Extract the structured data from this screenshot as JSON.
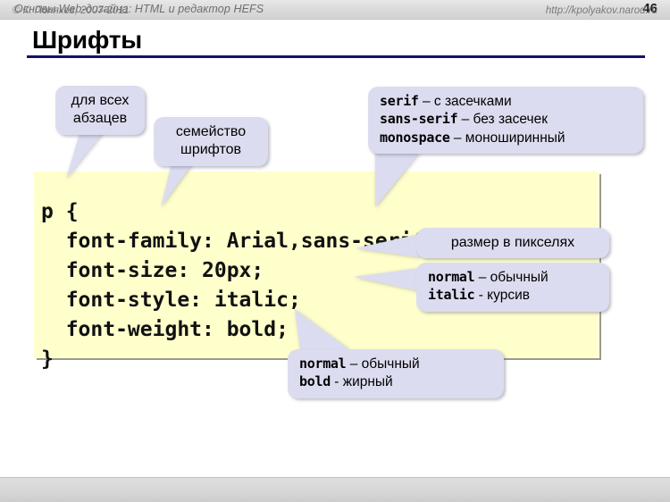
{
  "header": {
    "title": "Основы Web-дизайна: HTML и редактор HEFS",
    "page_number": "46"
  },
  "slide": {
    "title": "Шрифты",
    "rule_color": "#12126e"
  },
  "code_block": {
    "background_color": "#ffffcc",
    "text": "p {\n  font-family: Arial,sans-serif;\n  font-size: 20px;\n  font-style: italic;\n  font-weight: bold;\n}"
  },
  "callouts": {
    "all_paragraphs": {
      "line1": "для всех",
      "line2": "абзацев"
    },
    "font_family": {
      "line1": "семейство",
      "line2": "шрифтов"
    },
    "generic_families": {
      "row1_code": "serif",
      "row1_text": " – с засечками",
      "row2_code": "sans-serif",
      "row2_text": " – без засечек",
      "row3_code": "monospace",
      "row3_text": " – моноширинный"
    },
    "size_pixels": {
      "text": "размер в пикселях"
    },
    "font_style": {
      "row1_code": "normal",
      "row1_text": " – обычный",
      "row2_code": "italic",
      "row2_text": " - курсив"
    },
    "font_weight": {
      "row1_code": "normal",
      "row1_text": " – обычный",
      "row2_code": "bold",
      "row2_text": " - жирный"
    },
    "bubble_color": "#dcdcf0"
  },
  "footer": {
    "copyright": "© К. Поляков, 2007-2011",
    "url": "http://kpolyakov.narod.ru"
  }
}
